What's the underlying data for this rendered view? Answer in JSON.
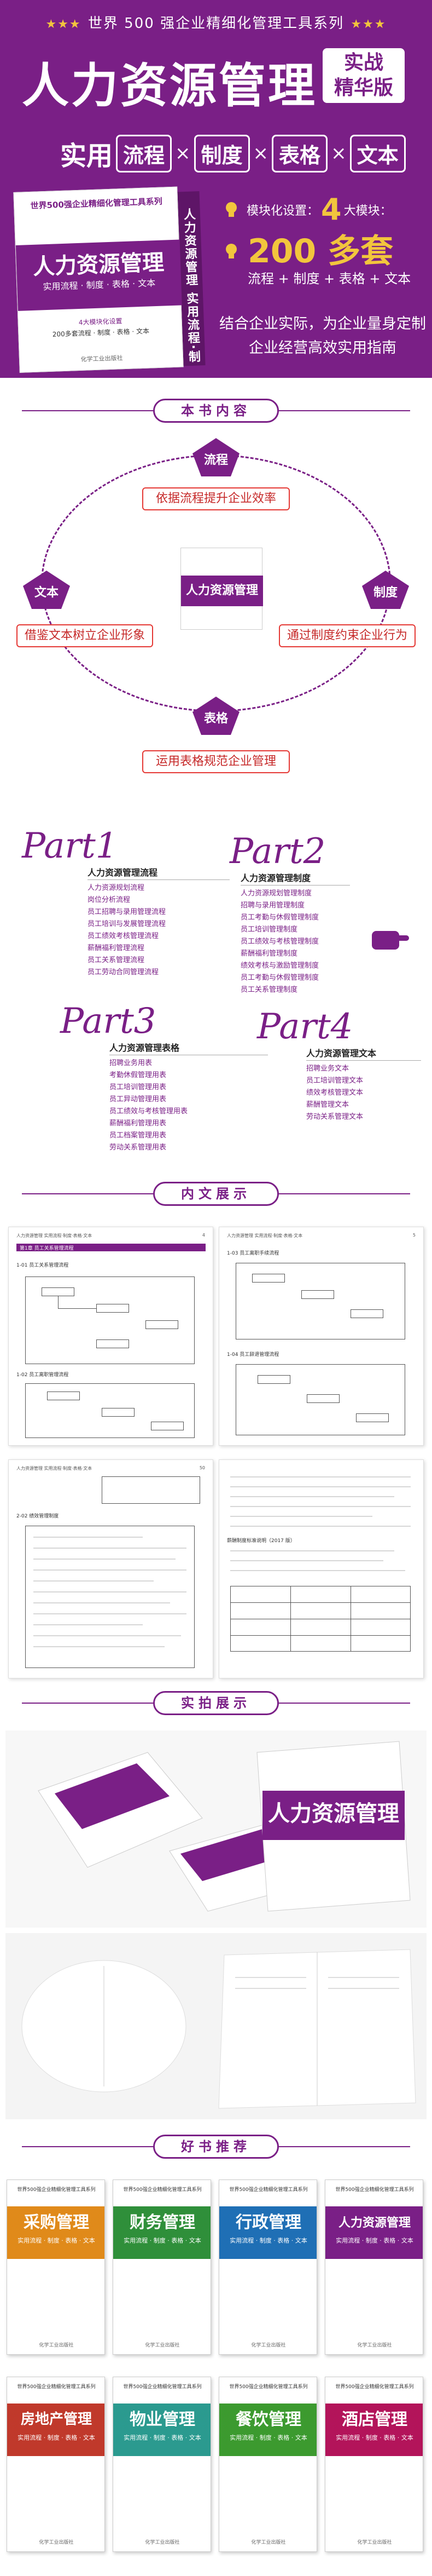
{
  "hero": {
    "series": "世界 500 强企业精细化管理工具系列",
    "title": "人力资源管理",
    "badge_line1": "实战",
    "badge_line2": "精华版",
    "keywords": [
      "实用",
      "流程",
      "制度",
      "表格",
      "文本"
    ],
    "times": "×",
    "modules_label": "模块化设置：",
    "modules_num": "4",
    "modules_unit": "大模块：",
    "sets_num": "200 多套",
    "sets_desc": "流程 + 制度 + 表格 + 文本",
    "slogan_line1": "结合企业实际，为企业量身定制",
    "slogan_line2": "企业经营高效实用指南",
    "book": {
      "series": "世界500强企业精细化管理工具系列",
      "title": "人力资源管理",
      "subtitle": "实用流程 · 制度 · 表格 · 文本",
      "meta": "4大模块化设置",
      "count": "200多套流程 · 制度 · 表格 · 文本",
      "publisher": "化学工业出版社",
      "spine": "人力资源管理 实用流程·制度·表格·文本"
    }
  },
  "sections": {
    "content": "本书内容",
    "inner": "内文展示",
    "photo": "实拍展示",
    "recommend": "好书推荐"
  },
  "cycle": {
    "nodes": [
      "流程",
      "制度",
      "表格",
      "文本"
    ],
    "labels": [
      "依据流程提升企业效率",
      "通过制度约束企业行为",
      "运用表格规范企业管理",
      "借鉴文本树立企业形象"
    ],
    "center_title": "人力资源管理"
  },
  "parts": [
    {
      "name": "Part1",
      "title": "人力资源管理流程",
      "items": [
        "人力资源规划流程",
        "岗位分析流程",
        "员工招聘与录用管理流程",
        "员工培训与发展管理流程",
        "员工绩效考核管理流程",
        "薪酬福利管理流程",
        "员工关系管理流程",
        "员工劳动合同管理流程"
      ]
    },
    {
      "name": "Part2",
      "title": "人力资源管理制度",
      "items": [
        "人力资源规划管理制度",
        "招聘与录用管理制度",
        "员工考勤与休假管理制度",
        "员工培训管理制度",
        "员工绩效与考核管理制度",
        "薪酬福利管理制度",
        "绩效考核与激励管理制度",
        "员工考勤与休假管理制度",
        "员工关系管理制度"
      ]
    },
    {
      "name": "Part3",
      "title": "人力资源管理表格",
      "items": [
        "招聘业务用表",
        "考勤休假管理用表",
        "员工培训管理用表",
        "员工异动管理用表",
        "员工绩效与考核管理用表",
        "薪酬福利管理用表",
        "员工档案管理用表",
        "劳动关系管理用表"
      ]
    },
    {
      "name": "Part4",
      "title": "人力资源管理文本",
      "items": [
        "招聘业务文本",
        "员工培训管理文本",
        "绩效考核管理文本",
        "薪酬管理文本",
        "劳动关系管理文本"
      ]
    }
  ],
  "sample_pages": [
    {
      "header": "人力资源管理 实用流程·制度·表格·文本",
      "num": "4",
      "chapter": "第1章 员工关系管理流程",
      "sec1": "1-01 员工关系管理流程",
      "sec2": "1-02 员工离职管理流程"
    },
    {
      "header": "人力资源管理 实用流程·制度·表格·文本",
      "num": "5",
      "sec1": "1-03 员工离职手续流程",
      "sec2": "1-04 员工辞退管理流程"
    },
    {
      "header": "人力资源管理 实用流程·制度·表格·文本",
      "num": "50",
      "sec1": "2-02 绩效管理制度"
    },
    {
      "header": "",
      "num": "",
      "sec1": "薪酬制度标准说明（2017 版）"
    }
  ],
  "recommend": [
    {
      "title": "采购管理",
      "color": "#e08a1a"
    },
    {
      "title": "财务管理",
      "color": "#2f8f3a"
    },
    {
      "title": "行政管理",
      "color": "#1f6fb5"
    },
    {
      "title": "人力资源管理",
      "color": "#7a1f86"
    },
    {
      "title": "房地产管理",
      "color": "#c0392b"
    },
    {
      "title": "物业管理",
      "color": "#2b9a8f"
    },
    {
      "title": "餐饮管理",
      "color": "#3c9a2f"
    },
    {
      "title": "酒店管理",
      "color": "#b3145a"
    }
  ],
  "recommend_meta": {
    "series": "世界500强企业精细化管理工具系列",
    "subtitle": "实用流程 · 制度 · 表格 · 文本",
    "publisher": "化学工业出版社"
  }
}
